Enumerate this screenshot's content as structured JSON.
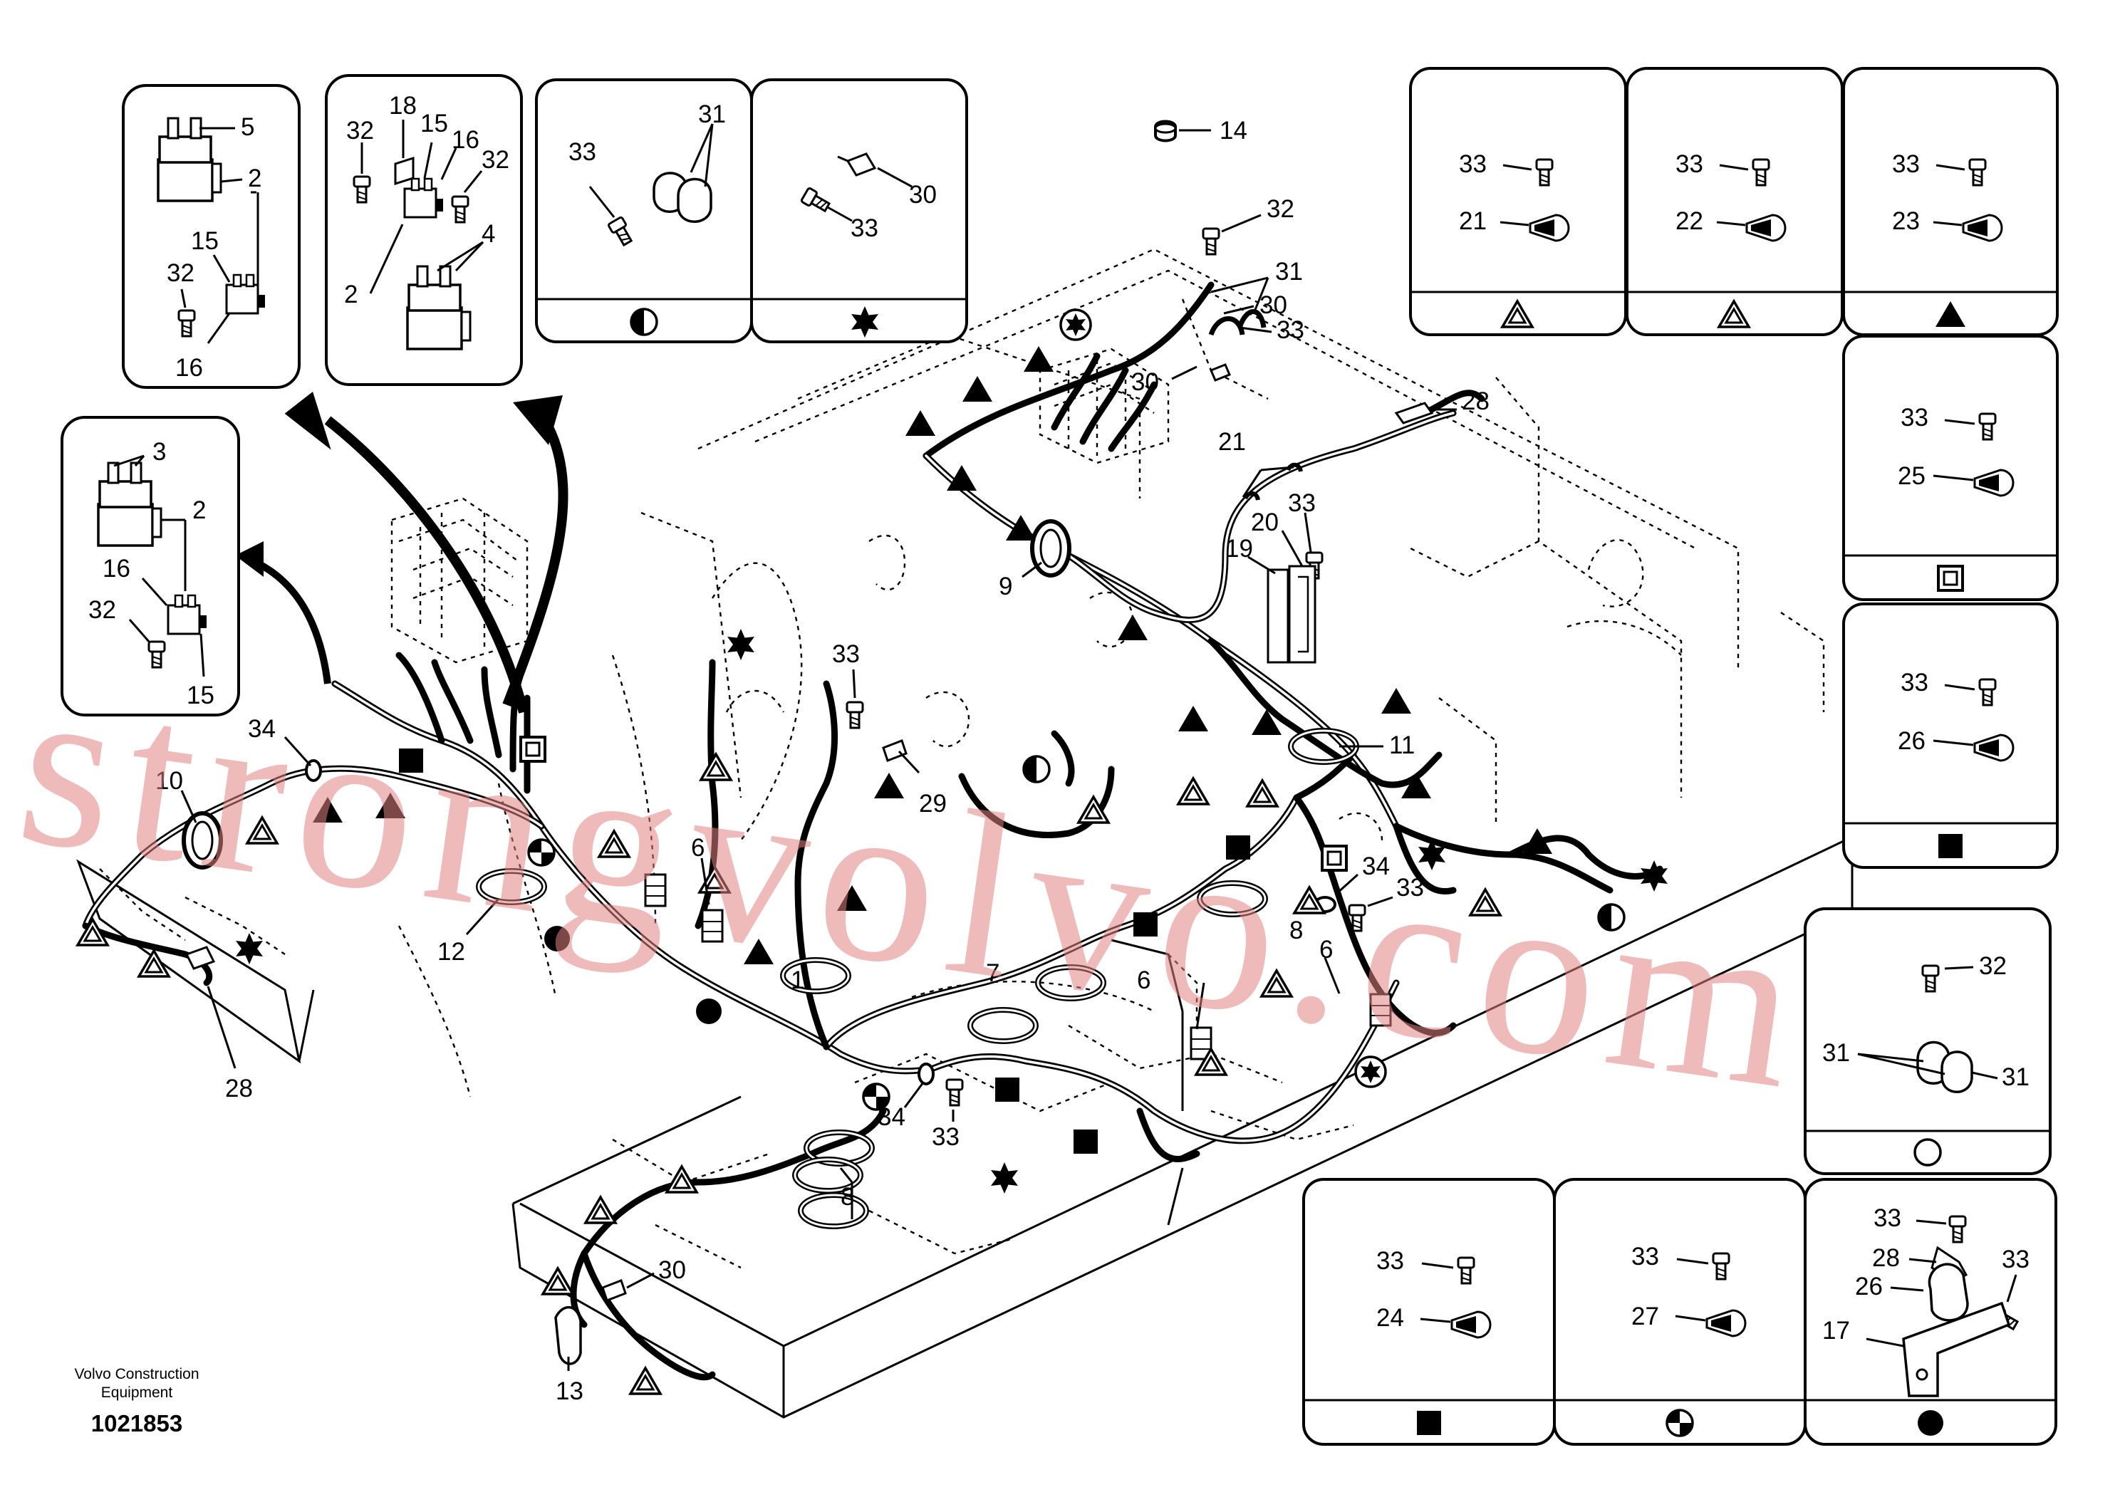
{
  "footer": {
    "company_line1": "Volvo Construction",
    "company_line2": "Equipment",
    "drawing_number": "1021853"
  },
  "watermark": "strongvolvo.com",
  "colors": {
    "line": "#000000",
    "background": "#ffffff",
    "watermark": "#e28282"
  },
  "legend_symbols": [
    "triangle-outline-icon",
    "triangle-filled-icon",
    "square-outline-icon",
    "square-filled-icon",
    "circle-half-icon",
    "circle-quarter-icon",
    "circle-filled-icon",
    "star-icon",
    "star-circle-icon"
  ],
  "detail_boxes": {
    "relay_5_2": [
      "5",
      "2",
      "15",
      "32",
      "16"
    ],
    "relay_18_4": [
      "32",
      "18",
      "15",
      "16",
      "32",
      "4",
      "2"
    ],
    "relay_3_2": [
      "3",
      "2",
      "16",
      "32",
      "15"
    ],
    "clamp_31": [
      "33",
      "31"
    ],
    "clip_30": [
      "30",
      "33"
    ],
    "clip_21": [
      "33",
      "21"
    ],
    "clip_22": [
      "33",
      "22"
    ],
    "clip_23": [
      "33",
      "23"
    ],
    "clip_25": [
      "33",
      "25"
    ],
    "clip_26": [
      "33",
      "26"
    ],
    "clip_24": [
      "33",
      "24"
    ],
    "clip_27": [
      "33",
      "27"
    ],
    "bracket_17": [
      "33",
      "28",
      "33",
      "26",
      "17"
    ],
    "clamp_31_32": [
      "32",
      "31",
      "31"
    ]
  },
  "callouts": [
    "14",
    "32",
    "31",
    "30",
    "33",
    "30",
    "28",
    "21",
    "20",
    "33",
    "19",
    "9",
    "11",
    "34",
    "33",
    "8",
    "6",
    "6",
    "33",
    "29",
    "6",
    "12",
    "1",
    "7",
    "34",
    "33",
    "8",
    "30",
    "13",
    "10",
    "34",
    "28"
  ]
}
